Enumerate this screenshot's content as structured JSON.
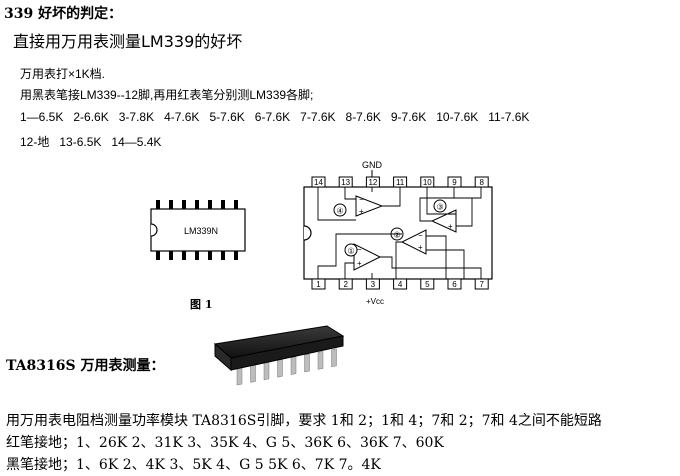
{
  "header": {
    "title": "339 好坏的判定：",
    "subtitle": "直接用万用表测量LM339的好坏"
  },
  "instructions": {
    "line1": "万用表打×1K档.",
    "line2": "用黑表笔接LM339--12脚,再用红表笔分别测LM339各脚;",
    "readings_row1": [
      "1—6.5K",
      "2-6.6K",
      "3-7.8K",
      "4-7.6K",
      "5-7.6K",
      "6-7.6K",
      "7-7.6K",
      "8-7.6K",
      "9-7.6K",
      "10-7.6K",
      "11-7.6K"
    ],
    "readings_row2": [
      "12-地",
      "13-6.5K",
      "14—5.4K"
    ]
  },
  "figure": {
    "chip_label": "LM339N",
    "caption": "图 1",
    "gnd_label": "GND",
    "vcc_label": "+Vcc",
    "top_pins": [
      "14",
      "13",
      "12",
      "11",
      "10",
      "9",
      "8"
    ],
    "bottom_pins": [
      "1",
      "2",
      "3",
      "4",
      "5",
      "6",
      "7"
    ],
    "comparator_numbers": [
      "①",
      "②",
      "③",
      "④"
    ]
  },
  "ta8316s": {
    "title": "TA8316S 万用表测量：",
    "para1": "用万用表电阻档测量功率模块 TA8316S引脚，要求 1和 2；1和 4；7和 2；7和 4之间不能短路",
    "para2": "红笔接地；1、26K  2、31K  3、35K 4、G  5、36K  6、36K  7、60K",
    "para3": "黑笔接地；1、6K  2、4K   3、5K  4、G   5 5K   6、7K    7。4K"
  }
}
